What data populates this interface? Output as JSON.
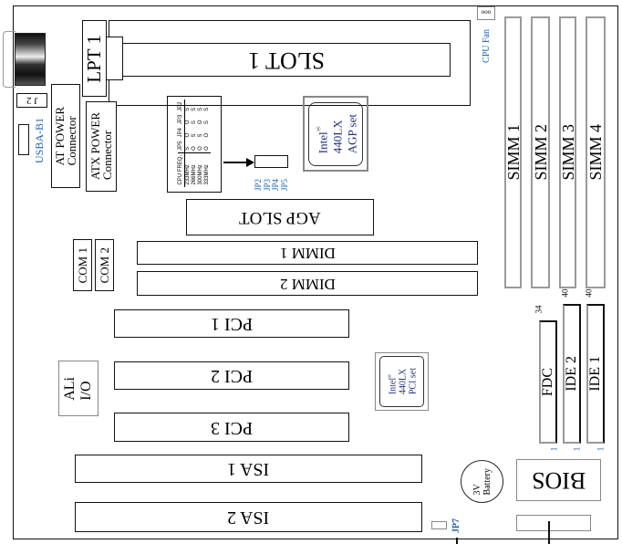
{
  "title": "440LX motherboard layout",
  "connectors": {
    "lpt1": "LPT 1",
    "j2": "J 2",
    "usb": "USBA-B1",
    "at_power_1": "AT POWER",
    "at_power_2": "Connector",
    "atx_power_1": "ATX POWER",
    "atx_power_2": "Connector",
    "com1": "COM 1",
    "com2": "COM 2",
    "cpu_fan": "CPU Fan"
  },
  "slots": {
    "slot1": "SLOT 1",
    "agp": "AGP SLOT",
    "dimm1": "DIMM 1",
    "dimm2": "DIMM 2",
    "pci1": "PCI 1",
    "pci2": "PCI 2",
    "pci3": "PCI 3",
    "isa1": "ISA 1",
    "isa2": "ISA 2"
  },
  "simms": [
    "SIMM 1",
    "SIMM 2",
    "SIMM 3",
    "SIMM 4"
  ],
  "chips": {
    "agp_chip": {
      "brand": "Intel",
      "reg": "®",
      "model": "440LX",
      "type": "AGP set"
    },
    "pci_chip": {
      "brand": "Intel",
      "reg": "®",
      "model": "440LX",
      "type": "PCI set"
    },
    "io": {
      "line1": "ALi",
      "line2": "I/O"
    },
    "bios": "BIOS",
    "battery": {
      "line1": "3V",
      "line2": "Battery"
    }
  },
  "drives": {
    "fdc": "FDC",
    "ide2": "IDE 2",
    "ide1": "IDE 1",
    "fdc_pin_top": "34",
    "ide2_pin_top": "40",
    "ide1_pin_top": "40",
    "pin1": "1"
  },
  "jumpers": {
    "labels": [
      "JP2",
      "JP3",
      "JP4",
      "JP5"
    ],
    "jp7": "JP7"
  },
  "jumper_table": {
    "headers": [
      "CPU FREQ.",
      "JP5",
      "JP4",
      "JP3",
      "JP2"
    ],
    "rows": [
      [
        "233MHz",
        "S",
        "O",
        "O",
        "S"
      ],
      [
        "266MHz",
        "O",
        "S",
        "S",
        "S"
      ],
      [
        "300MHz",
        "O",
        "S",
        "O",
        "S"
      ],
      [
        "333MHz",
        "O",
        "O",
        "S",
        "S"
      ]
    ]
  },
  "colors": {
    "label_blue": "#1c5fb0",
    "chip_text": "#1f2f80",
    "slot_border": "#9a9a9a"
  }
}
